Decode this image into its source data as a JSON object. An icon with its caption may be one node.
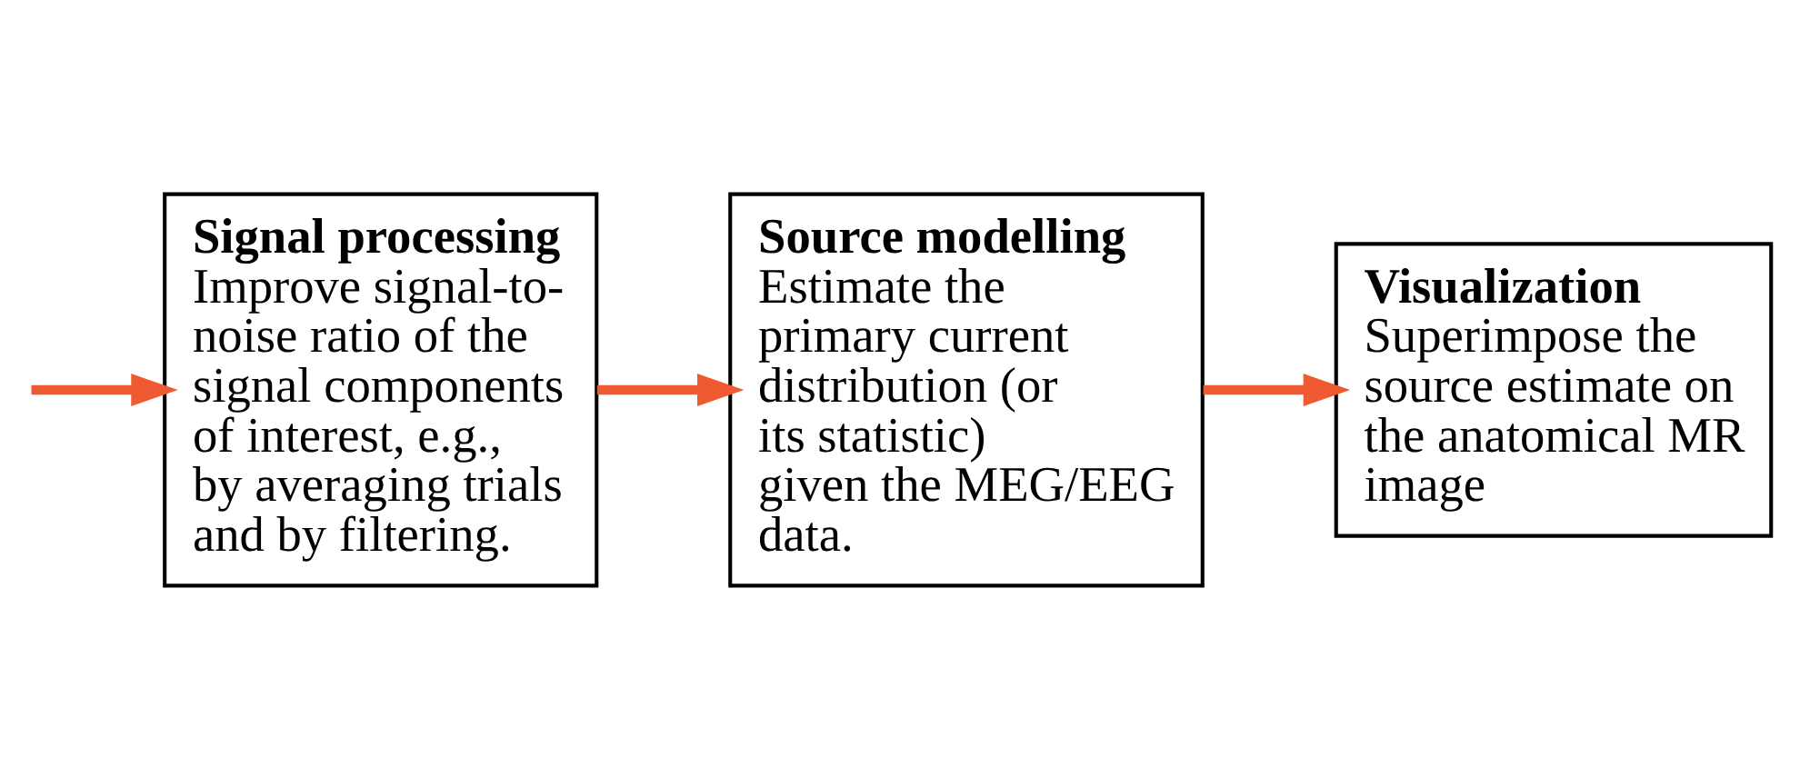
{
  "diagram": {
    "nodes": [
      {
        "text": [
          "Signal processing",
          "Improve signal-to-noise ratio of the signal components of interest, e.g., by averaging trials and by filtering."
        ]
      },
      {
        "text": [
          "Source modelling",
          "Estimate the primary current distribution (or its statistic) given the MEG/EEG data."
        ]
      },
      {
        "text": [
          "Visualization",
          "Superimpose the source estimate on the anatomical MR image"
        ]
      }
    ],
    "edges": [
      {
        "from": null,
        "to": 0,
        "arrow": "to"
      },
      {
        "from": 0,
        "to": 1,
        "arrow": "to"
      },
      {
        "from": 1,
        "to": 2,
        "arrow": "to"
      }
    ]
  }
}
